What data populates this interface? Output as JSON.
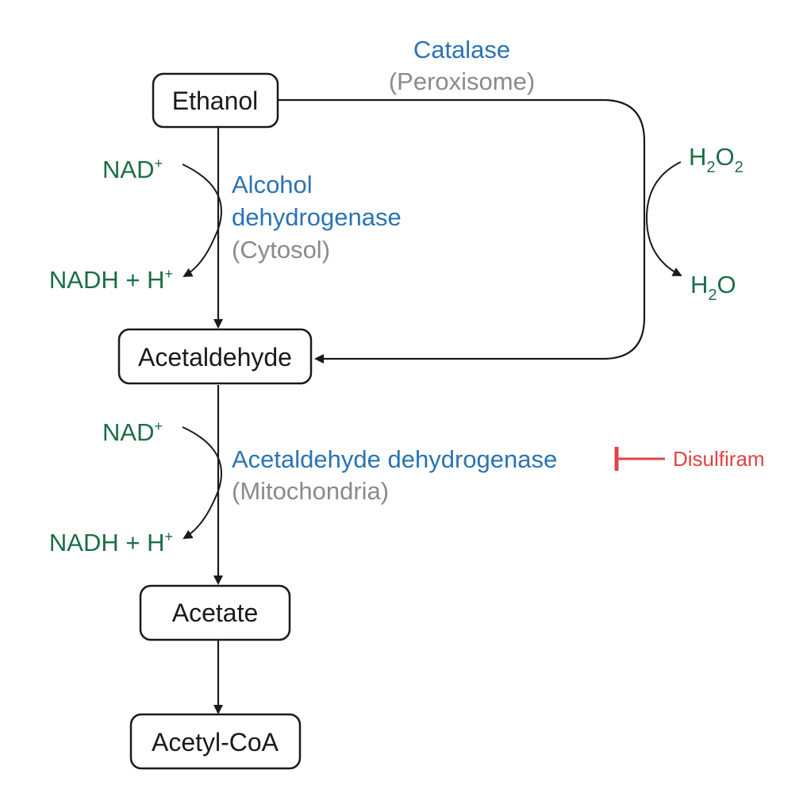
{
  "title": "Ethanol metabolism",
  "nodes": {
    "ethanol": "Ethanol",
    "acetaldehyde": "Acetaldehyde",
    "acetate": "Acetate",
    "acetyl_coa": "Acetyl-CoA"
  },
  "enzymes": {
    "adh": {
      "line1": "Alcohol",
      "line2": "dehydrogenase",
      "location": "(Cytosol)"
    },
    "catalase": {
      "name": "Catalase",
      "location": "(Peroxisome)"
    },
    "aldh": {
      "name": "Acetaldehyde dehydrogenase",
      "location": "(Mitochondria)"
    }
  },
  "cofactors": {
    "step1": {
      "in": "NAD",
      "in_sup": "+",
      "out": "NADH + H",
      "out_sup": "+"
    },
    "step2": {
      "in": "NAD",
      "in_sup": "+",
      "out": "NADH + H",
      "out_sup": "+"
    },
    "catalase": {
      "in_h": "H",
      "in_2a": "2",
      "in_o": "O",
      "in_2b": "2",
      "out_h": "H",
      "out_2": "2",
      "out_o": "O"
    }
  },
  "inhibitor": {
    "name": "Disulfiram"
  },
  "colors": {
    "enzyme": "#2a73b5",
    "location": "#8a8a8a",
    "cofactor": "#1b6e45",
    "inhibitor": "#e04343",
    "line": "#1a1a1a"
  }
}
